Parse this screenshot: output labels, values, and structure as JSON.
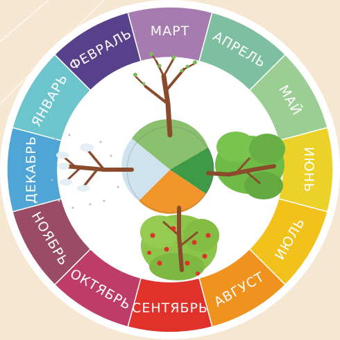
{
  "wheel": {
    "months": [
      {
        "name": "МАРТ",
        "color": "#a67bb0"
      },
      {
        "name": "АПРЕЛЬ",
        "color": "#7dbfa0"
      },
      {
        "name": "МАЙ",
        "color": "#9ccd92"
      },
      {
        "name": "ИЮНЬ",
        "color": "#ecd228"
      },
      {
        "name": "ИЮЛЬ",
        "color": "#f2c21c"
      },
      {
        "name": "АВГУСТ",
        "color": "#f0921e"
      },
      {
        "name": "СЕНТЯБРЬ",
        "color": "#e0322b"
      },
      {
        "name": "ОКТЯБРЬ",
        "color": "#bd3d68"
      },
      {
        "name": "НОЯБРЬ",
        "color": "#9a4b66"
      },
      {
        "name": "ДЕКАБРЬ",
        "color": "#4fa6d6"
      },
      {
        "name": "ЯНВАРЬ",
        "color": "#6cc4cc"
      },
      {
        "name": "ФЕВРАЛЬ",
        "color": "#56418a"
      }
    ]
  },
  "globe": {
    "spring_color": "#8bc06f",
    "summer_color": "#3f9a48",
    "autumn_color": "#f0962a",
    "winter_color": "#cfe3ef"
  }
}
